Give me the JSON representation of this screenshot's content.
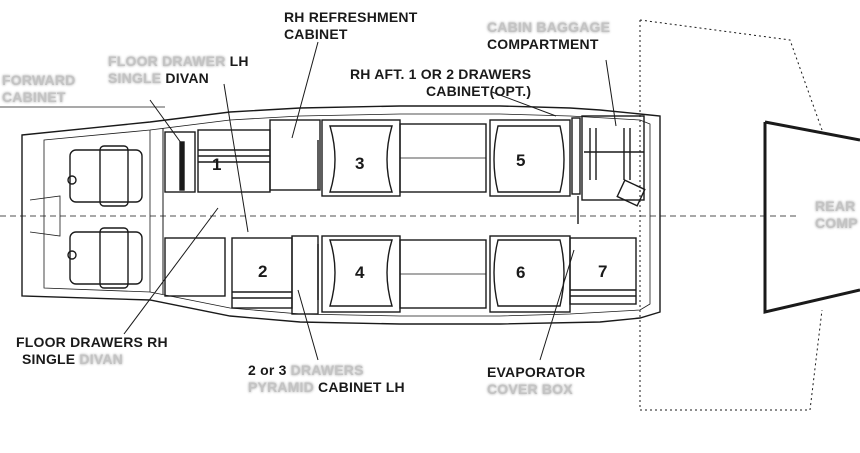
{
  "labels": {
    "rh_refreshment_l1": "RH REFRESHMENT",
    "rh_refreshment_l2": "CABINET",
    "cabin_baggage_l1": "CABIN BAGGAGE",
    "cabin_baggage_l2": "COMPARTMENT",
    "floor_drawer_lh_a": "FLOOR DRAWER",
    "floor_drawer_lh_b": " LH",
    "floor_drawer_lh_c": "SINGLE",
    "floor_drawer_lh_d": " DIVAN",
    "forward_l1": "FORWARD",
    "forward_l2": "CABINET",
    "rh_aft_l1": "RH AFT. 1 OR 2 DRAWERS",
    "rh_aft_l2": "CABINET(OPT.)",
    "floor_drawers_rh_l1": "FLOOR DRAWERS RH",
    "floor_drawers_rh_l2a": "SINGLE",
    "floor_drawers_rh_l2b": " DIVAN",
    "pyramid_l1a": "2 or 3",
    "pyramid_l1b": " DRAWERS",
    "pyramid_l2a": "PYRAMID",
    "pyramid_l2b": " CABINET LH",
    "evaporator_l1": "EVAPORATOR",
    "evaporator_l2": "COVER BOX",
    "rear_l1": "REAR",
    "rear_l2": "COMP"
  },
  "seats": [
    "1",
    "2",
    "3",
    "4",
    "5",
    "6",
    "7"
  ],
  "colors": {
    "line": "#1a1a1a",
    "ghost_text": "#c4c4c4",
    "background": "#ffffff"
  }
}
